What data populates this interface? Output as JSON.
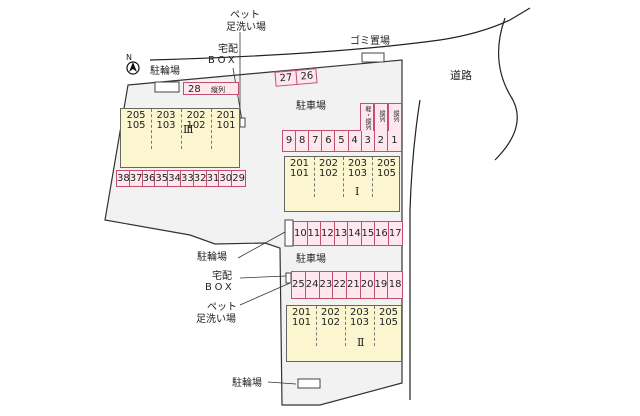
{
  "map": {
    "north_label": "N",
    "road_label": "道路",
    "garbage_label": "ゴミ置場",
    "parking_label_top": "駐車場",
    "parking_label_bottom": "駐車場",
    "bike_label_top": "駐輪場",
    "bike_label_mid": "駐輪場",
    "bike_label_bottom": "駐輪場",
    "delivery_label_top_1": "宅配",
    "delivery_label_top_2": "BOX",
    "delivery_label_mid_1": "宅配",
    "delivery_label_mid_2": "BOX",
    "pet_label_top_1": "ペット",
    "pet_label_top_2": "足洗い場",
    "pet_label_mid_1": "ペット",
    "pet_label_mid_2": "足洗い場",
    "tandem_label": "縦列",
    "lot_28": "28",
    "lot_27": "27",
    "lot_26": "26",
    "light_tandem_label": "軽・縦列",
    "tandem_label_2": "縦列",
    "tandem_label_1": "縦列",
    "building_III": {
      "roman": "Ⅲ",
      "units": [
        [
          "205",
          "105"
        ],
        [
          "203",
          "103"
        ],
        [
          "202",
          "102"
        ],
        [
          "201",
          "101"
        ]
      ]
    },
    "building_I": {
      "roman": "Ⅰ",
      "units": [
        [
          "201",
          "101"
        ],
        [
          "202",
          "102"
        ],
        [
          "203",
          "103"
        ],
        [
          "205",
          "105"
        ]
      ]
    },
    "building_II": {
      "roman": "Ⅱ",
      "units": [
        [
          "201",
          "101"
        ],
        [
          "202",
          "102"
        ],
        [
          "203",
          "103"
        ],
        [
          "205",
          "105"
        ]
      ]
    },
    "lots_row_left": [
      "38",
      "37",
      "36",
      "35",
      "34",
      "33",
      "32",
      "31",
      "30",
      "29"
    ],
    "lots_row_top": [
      "9",
      "8",
      "7",
      "6",
      "5",
      "4",
      "3",
      "2",
      "1"
    ],
    "lots_row_mid": [
      "10",
      "11",
      "12",
      "13",
      "14",
      "15",
      "16",
      "17"
    ],
    "lots_row_bottom": [
      "25",
      "24",
      "23",
      "22",
      "21",
      "20",
      "19",
      "18"
    ]
  }
}
